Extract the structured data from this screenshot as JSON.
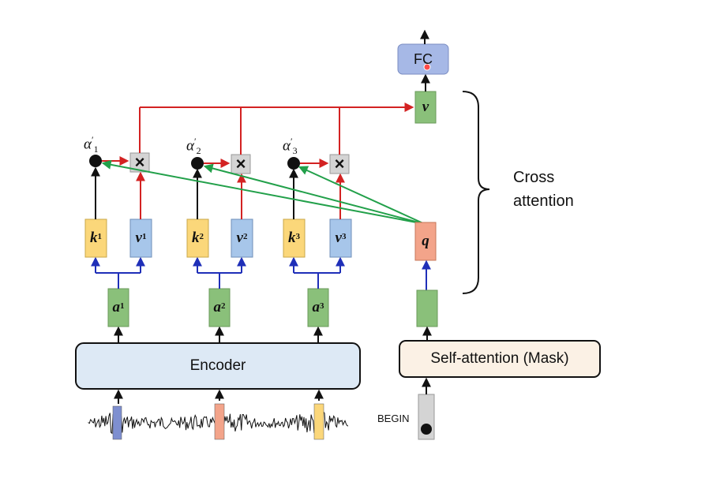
{
  "encoder": {
    "label": "Encoder"
  },
  "self_attention": {
    "label": "Self-attention (Mask)"
  },
  "begin": {
    "label": "BEGIN"
  },
  "fc": {
    "label": "FC"
  },
  "cross_attention": {
    "line1": "Cross",
    "line2": "attention"
  },
  "keys": [
    {
      "base": "k",
      "sup": "1"
    },
    {
      "base": "k",
      "sup": "2"
    },
    {
      "base": "k",
      "sup": "3"
    }
  ],
  "values": [
    {
      "base": "v",
      "sup": "1"
    },
    {
      "base": "v",
      "sup": "2"
    },
    {
      "base": "v",
      "sup": "3"
    }
  ],
  "inputs": [
    {
      "base": "a",
      "sup": "1"
    },
    {
      "base": "a",
      "sup": "2"
    },
    {
      "base": "a",
      "sup": "3"
    }
  ],
  "weights": [
    {
      "base": "α",
      "sub": "1",
      "prime": "′"
    },
    {
      "base": "α",
      "sub": "2",
      "prime": "′"
    },
    {
      "base": "α",
      "sub": "3",
      "prime": "′"
    }
  ],
  "query": {
    "label": "q"
  },
  "output_value": {
    "label": "v"
  },
  "multiply_symbol": "×",
  "colors": {
    "key": "#fbd77a",
    "value": "#a7c6ea",
    "input": "#8ac07a",
    "query": "#f3a48a",
    "encoder": "#dde9f5",
    "fc": "#a6b8e6",
    "self_attention": "#fbf1e5",
    "red_arrow": "#d32222",
    "blue_arrow": "#1f2fb8",
    "green_line": "#22a04a"
  }
}
